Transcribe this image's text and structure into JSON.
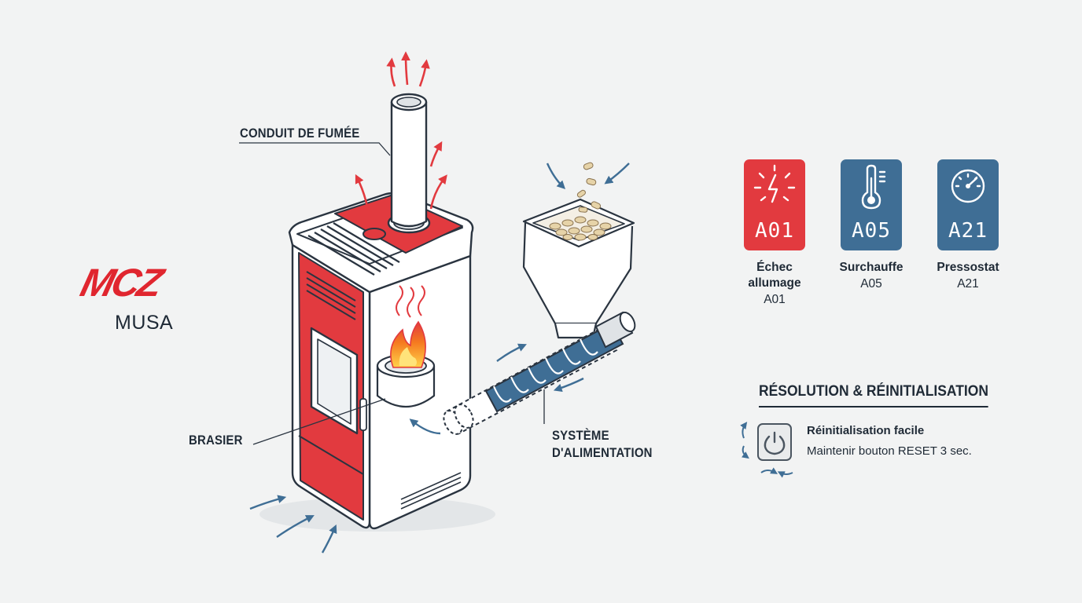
{
  "brand": {
    "logo": "MCZ",
    "model": "MUSA"
  },
  "callouts": {
    "flue": "CONDUIT DE FUMÉE",
    "brazier": "BRASIER",
    "feed_line1": "SYSTÈME",
    "feed_line2": "D'ALIMENTATION"
  },
  "error_codes": [
    {
      "display": "A01",
      "name_line1": "Échec",
      "name_line2": "allumage",
      "code": "A01",
      "icon": "spark-icon",
      "color": "#e23a3f"
    },
    {
      "display": "A05",
      "name_line1": "Surchauffe",
      "name_line2": "",
      "code": "A05",
      "icon": "thermometer-icon",
      "color": "#3f6e95"
    },
    {
      "display": "A21",
      "name_line1": "Pressostat",
      "name_line2": "",
      "code": "A21",
      "icon": "gauge-icon",
      "color": "#3f6e95"
    }
  ],
  "resolution": {
    "title": "RÉSOLUTION & RÉINITIALISATION",
    "reset_title": "Réinitialisation facile",
    "reset_desc": "Maintenir bouton RESET 3 sec.",
    "icon": "power-icon"
  },
  "colors": {
    "red": "#e23a3f",
    "blue": "#3f6e95",
    "ink": "#1f2a36",
    "background": "#f2f3f3"
  }
}
